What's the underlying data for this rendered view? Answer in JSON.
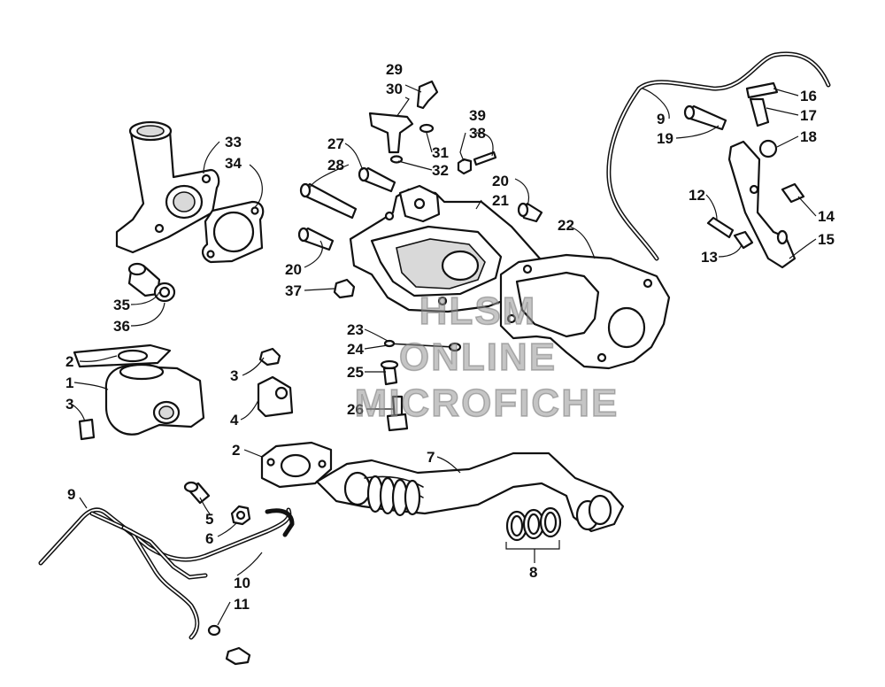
{
  "watermark": {
    "line1": "HLSM",
    "line2": "ONLINE",
    "line3": "MICROFICHE"
  },
  "callouts": [
    {
      "id": "c29",
      "label": "29"
    },
    {
      "id": "c30",
      "label": "30"
    },
    {
      "id": "c31",
      "label": "31"
    },
    {
      "id": "c32",
      "label": "32"
    },
    {
      "id": "c39",
      "label": "39"
    },
    {
      "id": "c38",
      "label": "38"
    },
    {
      "id": "c33",
      "label": "33"
    },
    {
      "id": "c34",
      "label": "34"
    },
    {
      "id": "c27",
      "label": "27"
    },
    {
      "id": "c28",
      "label": "28"
    },
    {
      "id": "c20a",
      "label": "20"
    },
    {
      "id": "c21",
      "label": "21"
    },
    {
      "id": "c22",
      "label": "22"
    },
    {
      "id": "c20b",
      "label": "20"
    },
    {
      "id": "c37",
      "label": "37"
    },
    {
      "id": "c35",
      "label": "35"
    },
    {
      "id": "c36",
      "label": "36"
    },
    {
      "id": "c9a",
      "label": "9"
    },
    {
      "id": "c19",
      "label": "19"
    },
    {
      "id": "c16",
      "label": "16"
    },
    {
      "id": "c17",
      "label": "17"
    },
    {
      "id": "c18",
      "label": "18"
    },
    {
      "id": "c12",
      "label": "12"
    },
    {
      "id": "c13",
      "label": "13"
    },
    {
      "id": "c14",
      "label": "14"
    },
    {
      "id": "c15",
      "label": "15"
    },
    {
      "id": "c23",
      "label": "23"
    },
    {
      "id": "c24",
      "label": "24"
    },
    {
      "id": "c25",
      "label": "25"
    },
    {
      "id": "c26",
      "label": "26"
    },
    {
      "id": "c2a",
      "label": "2"
    },
    {
      "id": "c1",
      "label": "1"
    },
    {
      "id": "c3a",
      "label": "3"
    },
    {
      "id": "c3b",
      "label": "3"
    },
    {
      "id": "c4",
      "label": "4"
    },
    {
      "id": "c2b",
      "label": "2"
    },
    {
      "id": "c7",
      "label": "7"
    },
    {
      "id": "c8",
      "label": "8"
    },
    {
      "id": "c9b",
      "label": "9"
    },
    {
      "id": "c5",
      "label": "5"
    },
    {
      "id": "c6",
      "label": "6"
    },
    {
      "id": "c10",
      "label": "10"
    },
    {
      "id": "c11",
      "label": "11"
    }
  ]
}
